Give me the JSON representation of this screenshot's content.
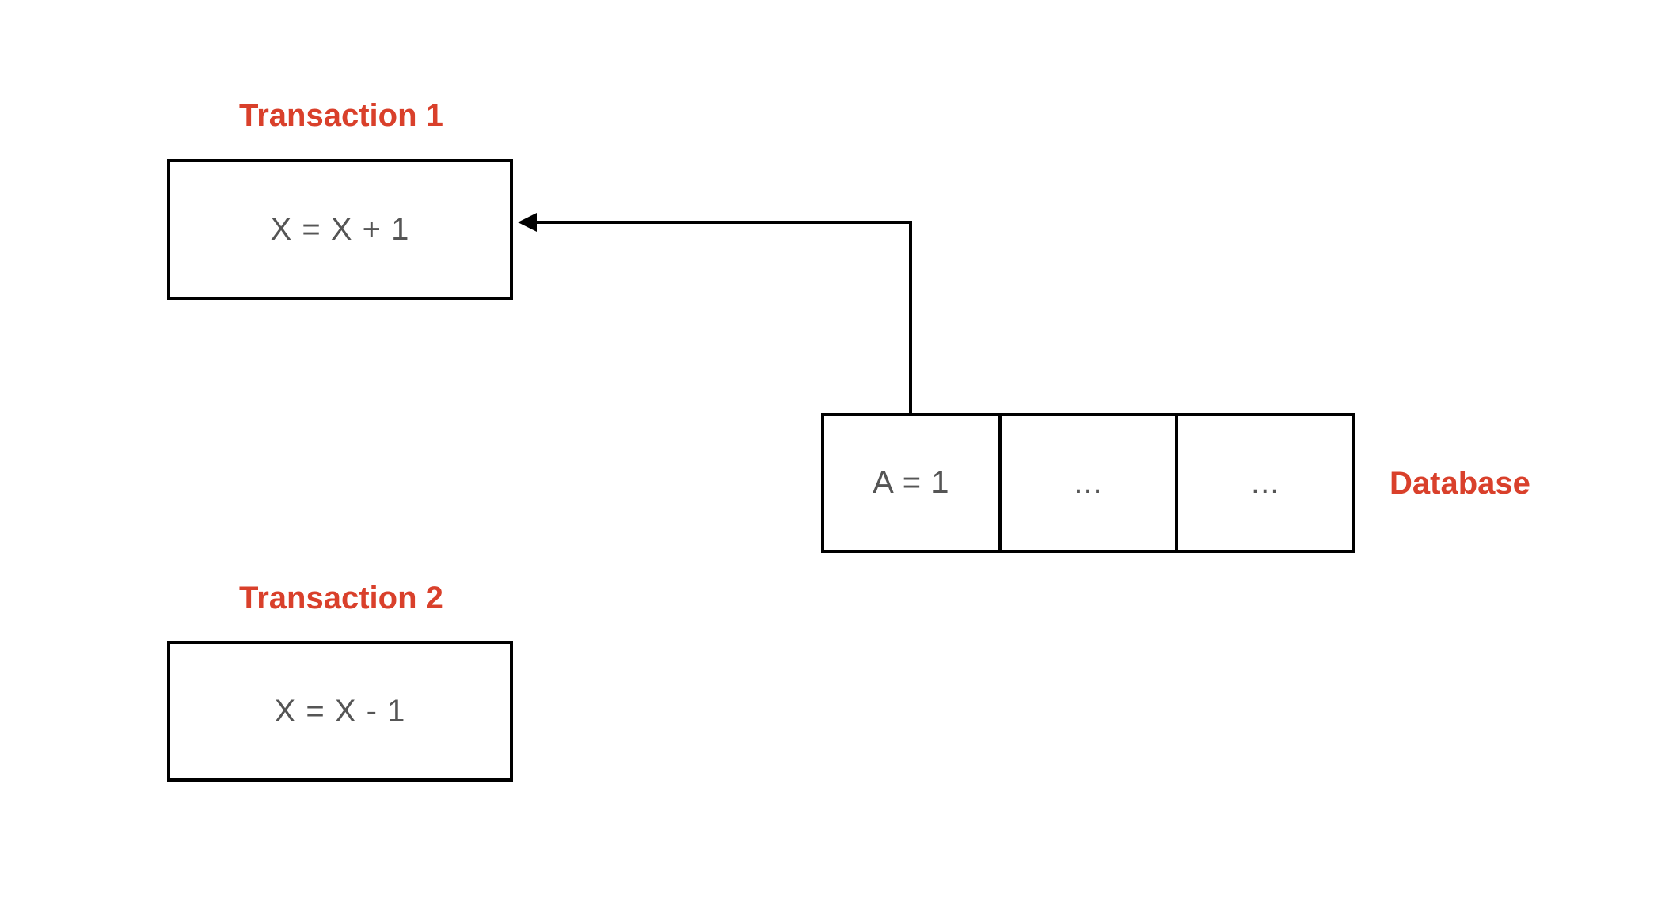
{
  "colors": {
    "title": "#d9402b",
    "box_text": "#555555",
    "stroke": "#000000",
    "background": "#ffffff"
  },
  "transaction1": {
    "title": "Transaction 1",
    "expression": "X = X + 1"
  },
  "transaction2": {
    "title": "Transaction 2",
    "expression": "X = X - 1"
  },
  "database": {
    "label": "Database",
    "cells": [
      "A = 1",
      "...",
      "..."
    ]
  },
  "arrows": [
    {
      "from": "database.cells.0",
      "to": "transaction1"
    }
  ]
}
